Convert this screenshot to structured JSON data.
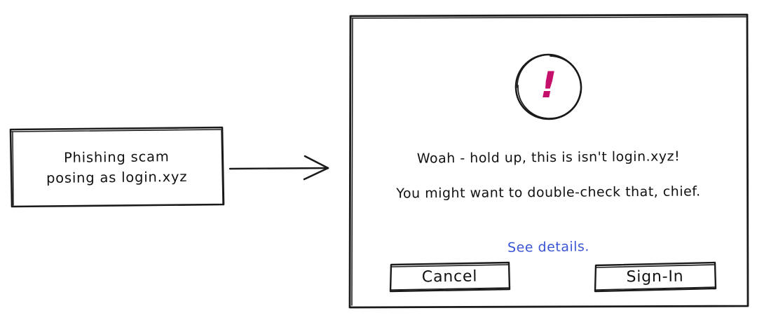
{
  "diagram": {
    "type": "hand-drawn wireframe flow",
    "source_box": {
      "name": "phishing-source-box",
      "lines": [
        "Phishing scam",
        "posing as login.xyz"
      ]
    },
    "arrow": {
      "name": "flow-arrow",
      "direction": "right",
      "icon": "arrow-right-icon"
    }
  },
  "dialog": {
    "name": "phishing-warning-dialog",
    "icon": {
      "name": "warning-exclamation-icon",
      "glyph": "!",
      "color": "#C4106A",
      "shape": "hand-drawn circle"
    },
    "messages": {
      "primary": "Woah - hold up, this is isn't login.xyz!",
      "secondary": "You might want to double-check that, chief."
    },
    "link": {
      "label": "See details.",
      "color": "#3A56D4"
    },
    "buttons": [
      {
        "id": "cancel",
        "label": "Cancel"
      },
      {
        "id": "signin",
        "label": "Sign-In"
      }
    ]
  },
  "colors": {
    "ink": "#111111",
    "accent_warning": "#C4106A",
    "accent_link": "#3A56D4",
    "background": "#FFFFFF"
  }
}
